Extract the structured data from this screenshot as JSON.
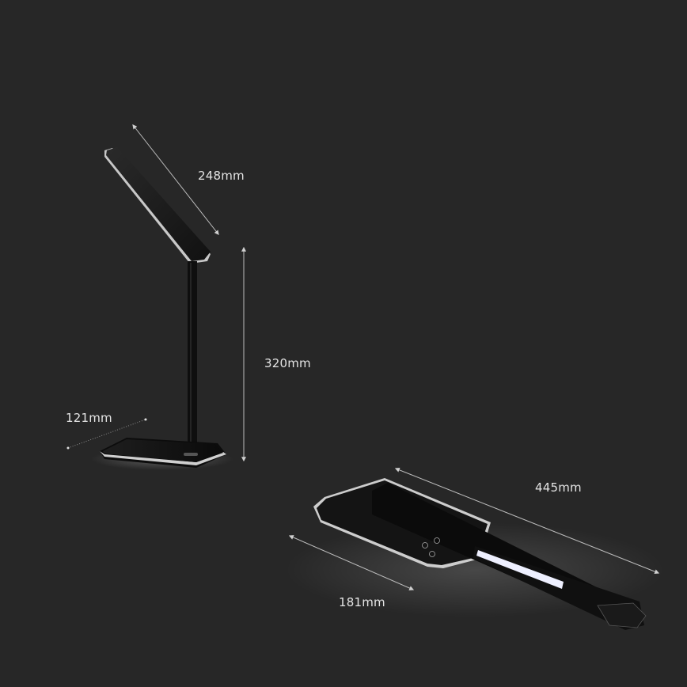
{
  "product_views": [
    {
      "name": "upright-lamp",
      "dimensions": {
        "head_length": "248mm",
        "height": "320mm",
        "base_depth": "121mm"
      }
    },
    {
      "name": "folded-lamp",
      "dimensions": {
        "folded_length": "445mm",
        "base_width": "181mm"
      }
    }
  ],
  "colors": {
    "background": "#272727",
    "label_text": "#e4e4e4",
    "dimension_line": "#bdbdbd",
    "lamp_body": "#0d0d0d",
    "led_light": "#eef0ff"
  }
}
